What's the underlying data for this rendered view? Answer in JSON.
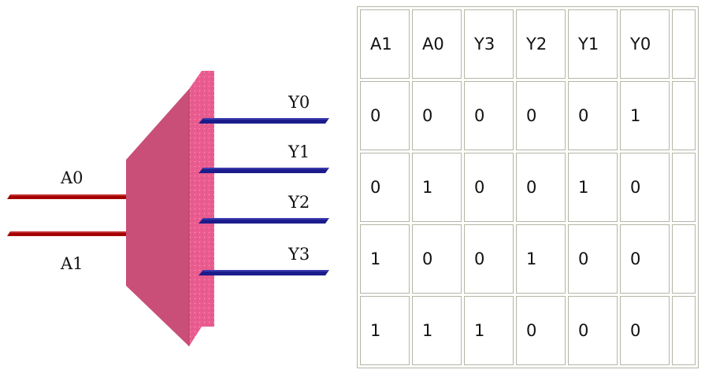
{
  "diagram": {
    "inputs": [
      "A0",
      "A1"
    ],
    "outputs": [
      "Y0",
      "Y1",
      "Y2",
      "Y3"
    ],
    "colors": {
      "body_front": "#c94f78",
      "body_side": "#ea5c8f",
      "input_wire": "#a50000",
      "output_wire": "#1c1c8c"
    }
  },
  "truth_table": {
    "headers": [
      "A1",
      "A0",
      "Y3",
      "Y2",
      "Y1",
      "Y0"
    ],
    "rows": [
      [
        "0",
        "0",
        "0",
        "0",
        "0",
        "1"
      ],
      [
        "0",
        "1",
        "0",
        "0",
        "1",
        "0"
      ],
      [
        "1",
        "0",
        "0",
        "1",
        "0",
        "0"
      ],
      [
        "1",
        "1",
        "1",
        "0",
        "0",
        "0"
      ]
    ]
  }
}
